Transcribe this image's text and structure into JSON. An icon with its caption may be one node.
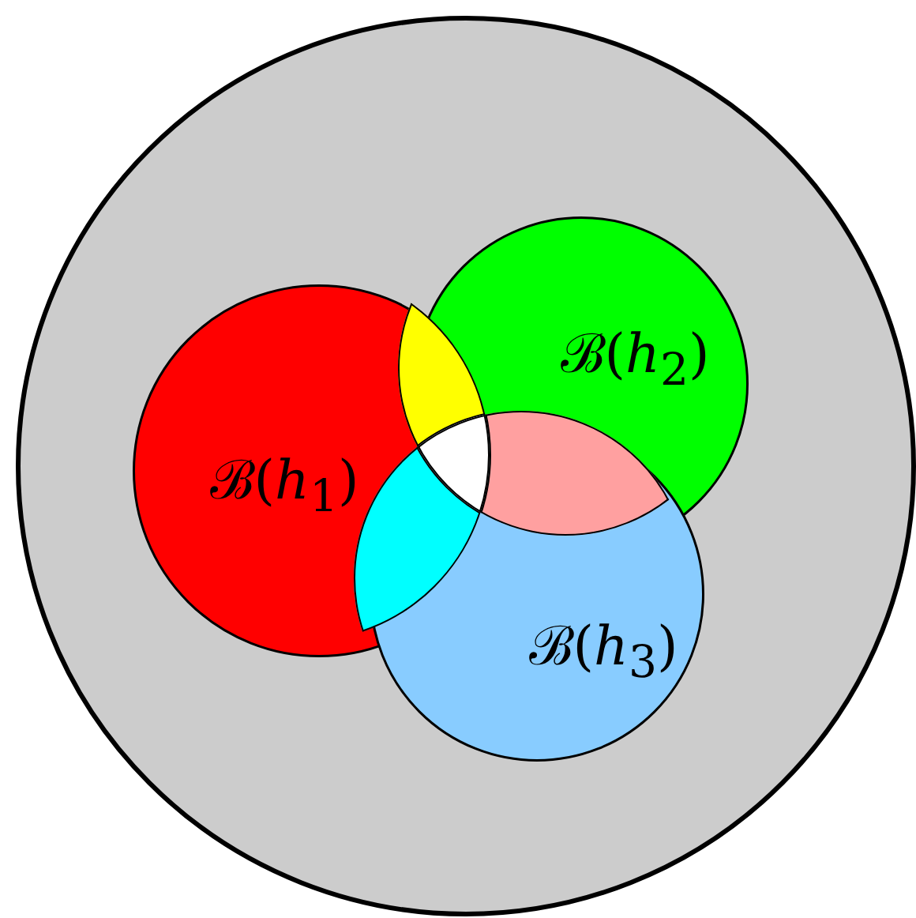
{
  "diagram": {
    "nodes": [
      {
        "text": [],
        "shape": "circle"
      },
      {
        "text": [
          "ℬ(*h*$_{1}$)"
        ],
        "in": 0
      },
      {
        "text": [
          "ℬ(*h*$_{2}$)"
        ],
        "in": 0
      },
      {
        "text": [
          "ℬ(*h*$_{3}$)"
        ],
        "in": 0
      }
    ]
  }
}
